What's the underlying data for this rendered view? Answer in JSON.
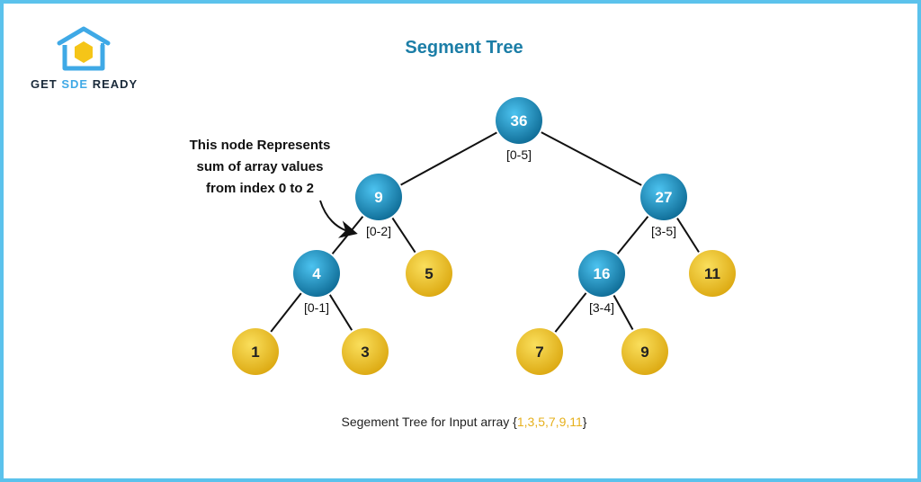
{
  "logo": {
    "text_part1": "GET ",
    "text_part2": "SDE",
    "text_part3": " READY",
    "colors": {
      "primary": "#3fa9e6",
      "accent": "#f5c518",
      "text": "#1a2a3a"
    }
  },
  "title": "Segment Tree",
  "annotation": {
    "lines": [
      "This node Represents",
      "sum of array values",
      "from index 0 to 2"
    ]
  },
  "tree": {
    "nodes": [
      {
        "id": "n36",
        "value": "36",
        "kind": "internal",
        "range": "[0-5]"
      },
      {
        "id": "n9a",
        "value": "9",
        "kind": "internal",
        "range": "[0-2]"
      },
      {
        "id": "n27",
        "value": "27",
        "kind": "internal",
        "range": "[3-5]"
      },
      {
        "id": "n4",
        "value": "4",
        "kind": "internal",
        "range": "[0-1]"
      },
      {
        "id": "n5",
        "value": "5",
        "kind": "leaf",
        "range": ""
      },
      {
        "id": "n16",
        "value": "16",
        "kind": "internal",
        "range": "[3-4]"
      },
      {
        "id": "n11",
        "value": "11",
        "kind": "leaf",
        "range": ""
      },
      {
        "id": "n1",
        "value": "1",
        "kind": "leaf",
        "range": ""
      },
      {
        "id": "n3",
        "value": "3",
        "kind": "leaf",
        "range": ""
      },
      {
        "id": "n7",
        "value": "7",
        "kind": "leaf",
        "range": ""
      },
      {
        "id": "n9b",
        "value": "9",
        "kind": "leaf",
        "range": ""
      }
    ],
    "edges": [
      [
        "n36",
        "n9a"
      ],
      [
        "n36",
        "n27"
      ],
      [
        "n9a",
        "n4"
      ],
      [
        "n9a",
        "n5"
      ],
      [
        "n27",
        "n16"
      ],
      [
        "n27",
        "n11"
      ],
      [
        "n4",
        "n1"
      ],
      [
        "n4",
        "n3"
      ],
      [
        "n16",
        "n7"
      ],
      [
        "n16",
        "n9b"
      ]
    ],
    "colors": {
      "internal_light": "#3fb6e8",
      "internal_dark": "#0e6f99",
      "leaf_light": "#f7d443",
      "leaf_dark": "#e0aa12",
      "internal_text": "#ffffff",
      "leaf_text": "#222222",
      "edge": "#111111"
    }
  },
  "caption": {
    "prefix": "Segement Tree for Input array {",
    "array": "1,3,5,7,9,11",
    "suffix": "}"
  }
}
